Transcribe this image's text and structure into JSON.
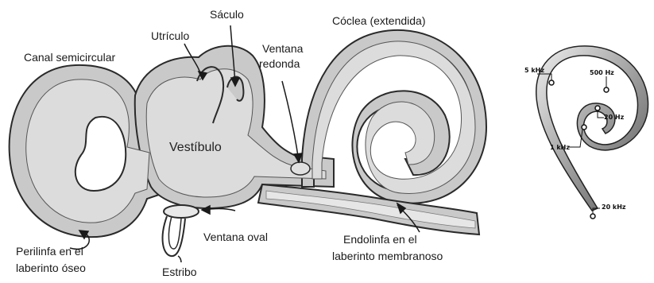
{
  "ear_diagram": {
    "labels": {
      "canal": "Canal semicircular",
      "utriculo": "Utrículo",
      "saculo": "Sáculo",
      "ventana_redonda_1": "Ventana",
      "ventana_redonda_2": "redonda",
      "coclea": "Cóclea (extendida)",
      "vestibulo": "Vestíbulo",
      "ventana_oval": "Ventana oval",
      "perilinfa_1": "Perilinfa en el",
      "perilinfa_2": "laberinto óseo",
      "estribo": "Estribo",
      "endolinfa_1": "Endolinfa en el",
      "endolinfa_2": "laberinto membranoso"
    }
  },
  "cochlea_spiral": {
    "frequency_labels": {
      "f5k": "5 kHz",
      "f500": "500 Hz",
      "f20": "20 Hz",
      "f1k": "1 kHz",
      "f20k": "20 kHz"
    }
  },
  "colors": {
    "outer_fill": "#c9c9c9",
    "inner_fill": "#dcdcdc",
    "outline": "#2a2a2a",
    "spiral_dark": "#555555",
    "spiral_light": "#eeeeee"
  }
}
